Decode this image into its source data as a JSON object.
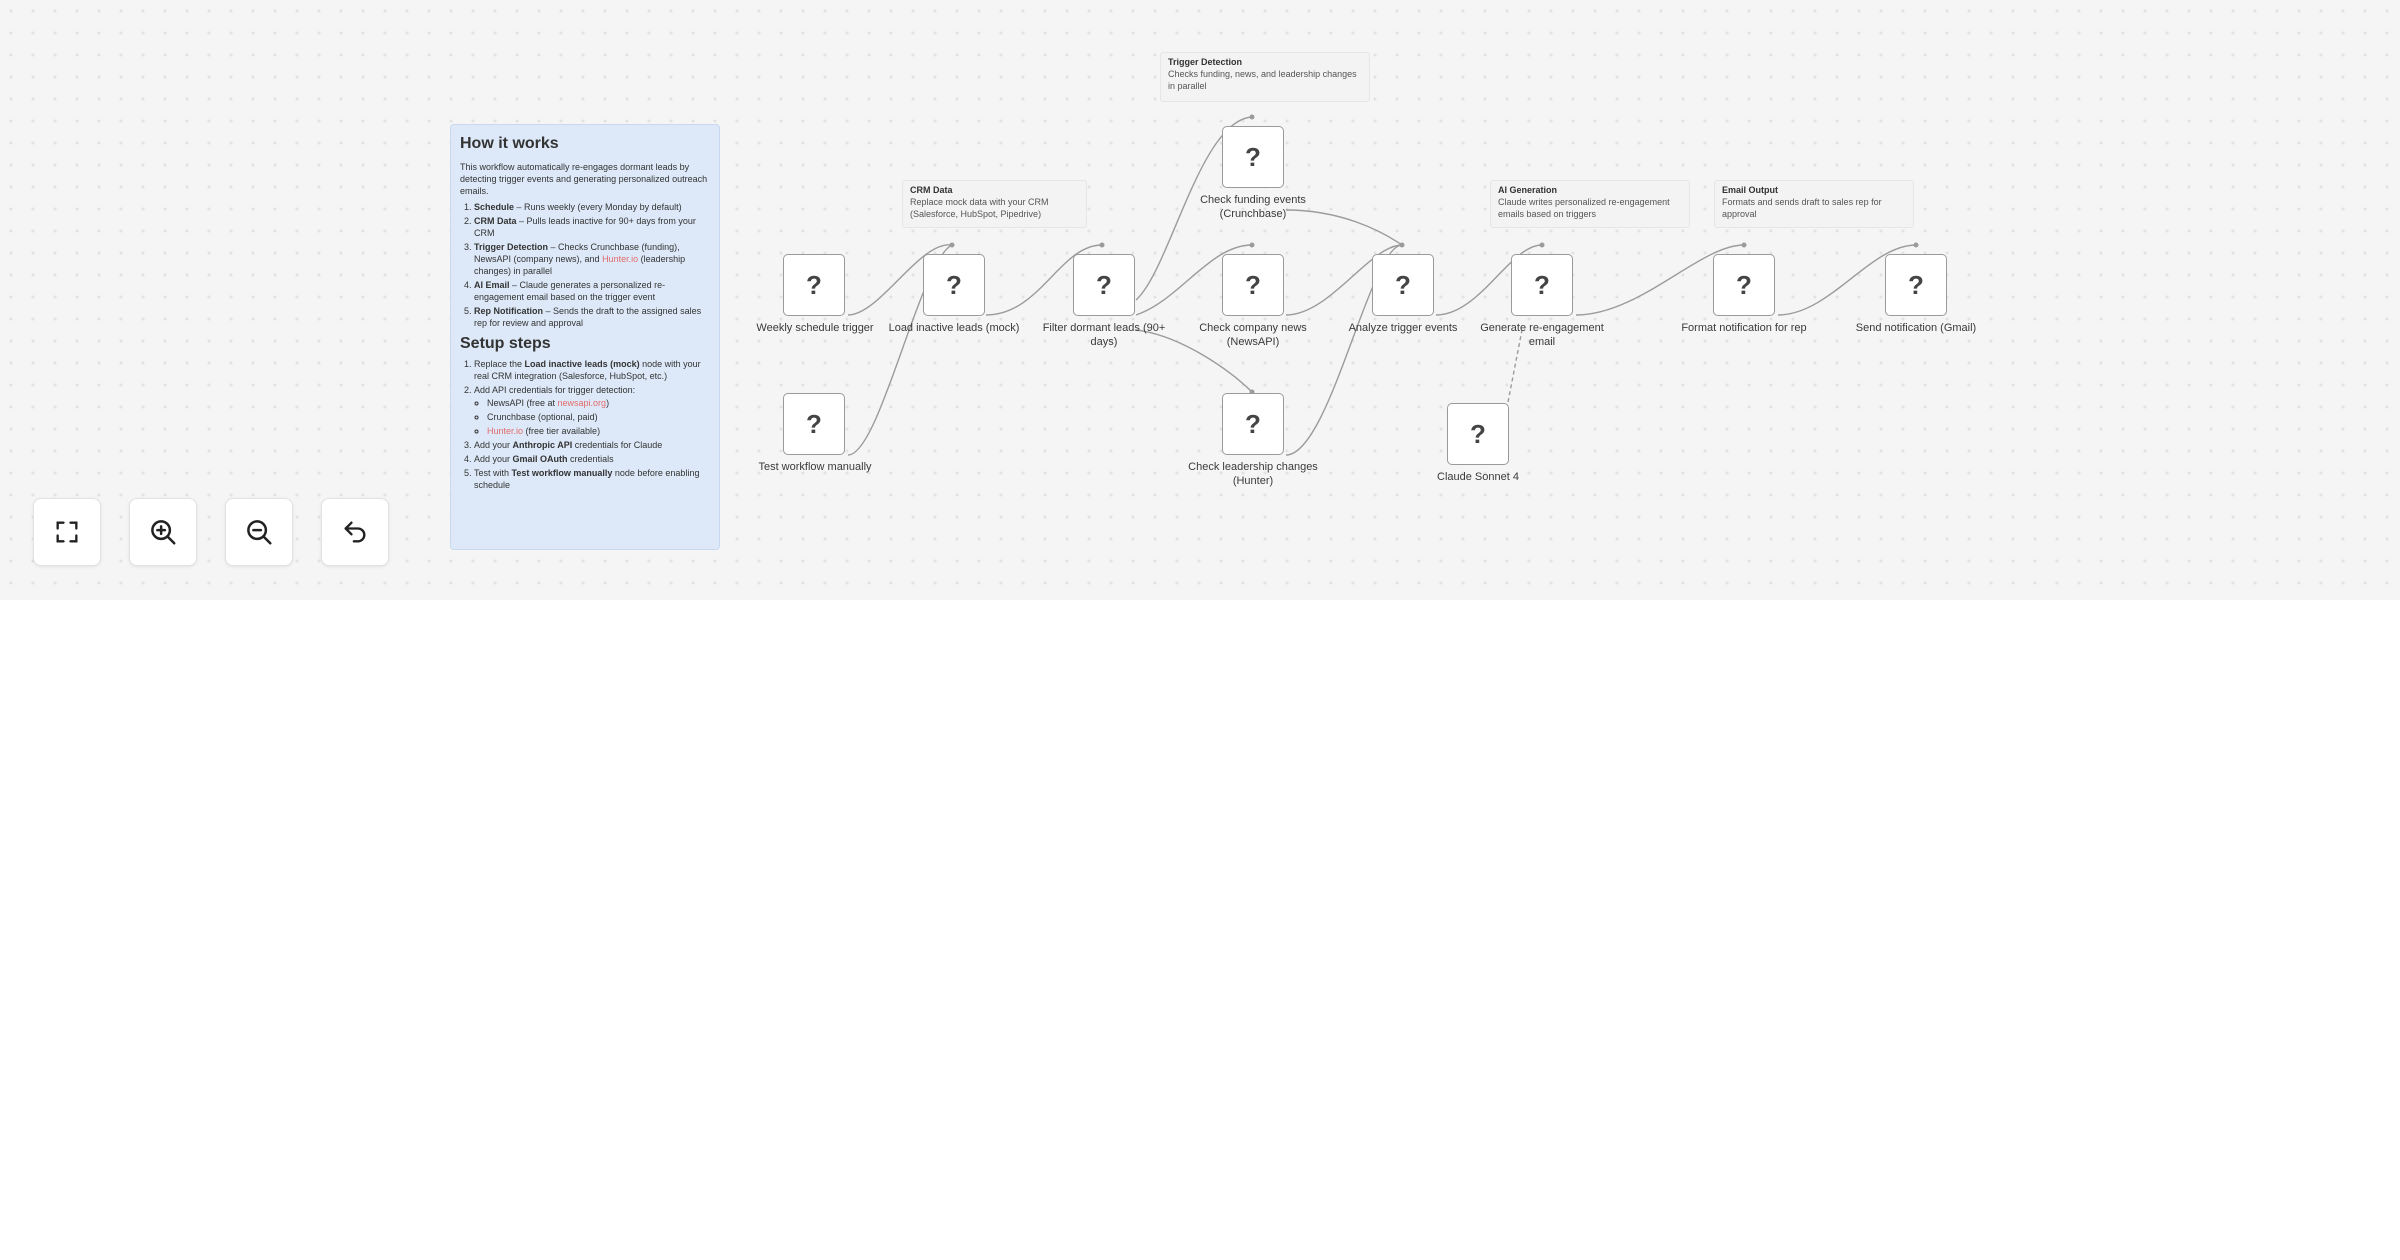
{
  "nodes": {
    "weekly_schedule": {
      "label": "Weekly schedule trigger",
      "icon": "?"
    },
    "test_manually": {
      "label": "Test workflow manually",
      "icon": "?"
    },
    "load_inactive": {
      "label": "Load inactive leads (mock)",
      "icon": "?"
    },
    "filter_dormant": {
      "label": "Filter dormant leads (90+ days)",
      "icon": "?"
    },
    "check_funding": {
      "label": "Check funding events (Crunchbase)",
      "icon": "?"
    },
    "check_news": {
      "label": "Check company news (NewsAPI)",
      "icon": "?"
    },
    "check_leadership": {
      "label": "Check leadership changes (Hunter)",
      "icon": "?"
    },
    "analyze_triggers": {
      "label": "Analyze trigger events",
      "icon": "?"
    },
    "generate_email": {
      "label": "Generate re-engagement email",
      "icon": "?"
    },
    "claude_sonnet": {
      "label": "Claude Sonnet 4",
      "icon": "?"
    },
    "format_notification": {
      "label": "Format notification for rep",
      "icon": "?"
    },
    "send_notification": {
      "label": "Send notification (Gmail)",
      "icon": "?"
    }
  },
  "stickies": {
    "trigger_detection": {
      "title": "Trigger Detection",
      "text": "Checks funding, news, and leadership changes in parallel"
    },
    "crm_data": {
      "title": "CRM Data",
      "text": "Replace mock data with your CRM (Salesforce, HubSpot, Pipedrive)"
    },
    "ai_generation": {
      "title": "AI Generation",
      "text": "Claude writes personalized re-engagement emails based on triggers"
    },
    "email_output": {
      "title": "Email Output",
      "text": "Formats and sends draft to sales rep for approval"
    }
  },
  "howto": {
    "title": "How it works",
    "intro": "This workflow automatically re-engages dormant leads by detecting trigger events and generating personalized outreach emails.",
    "steps": [
      {
        "b": "Schedule",
        "t": " – Runs weekly (every Monday by default)"
      },
      {
        "b": "CRM Data",
        "t": " – Pulls leads inactive for 90+ days from your CRM"
      },
      {
        "b": "Trigger Detection",
        "t": " – Checks Crunchbase (funding), NewsAPI (company news), and ",
        "r": "Hunter.io",
        "t2": " (leadership changes) in parallel"
      },
      {
        "b": "AI Email",
        "t": " – Claude generates a personalized re-engagement email based on the trigger event"
      },
      {
        "b": "Rep Notification",
        "t": " – Sends the draft to the assigned sales rep for review and approval"
      }
    ],
    "setup_title": "Setup steps",
    "setup": {
      "s1_a": "Replace the ",
      "s1_b": "Load inactive leads (mock)",
      "s1_c": " node with your real CRM integration (Salesforce, HubSpot, etc.)",
      "s2": "Add API credentials for trigger detection:",
      "sub1_a": "NewsAPI (free at ",
      "sub1_r": "newsapi.org",
      "sub1_c": ")",
      "sub2": "Crunchbase (optional, paid)",
      "sub3_r": "Hunter.io",
      "sub3_c": " (free tier available)",
      "s3_a": "Add your ",
      "s3_b": "Anthropic API",
      "s3_c": " credentials for Claude",
      "s4_a": "Add your ",
      "s4_b": "Gmail OAuth",
      "s4_c": " credentials",
      "s5_a": "Test with ",
      "s5_b": "Test workflow manually",
      "s5_c": " node before enabling schedule"
    }
  },
  "controls": {
    "fit": "fit-view-icon",
    "zoom_in": "zoom-in-icon",
    "zoom_out": "zoom-out-icon",
    "undo": "undo-icon"
  }
}
